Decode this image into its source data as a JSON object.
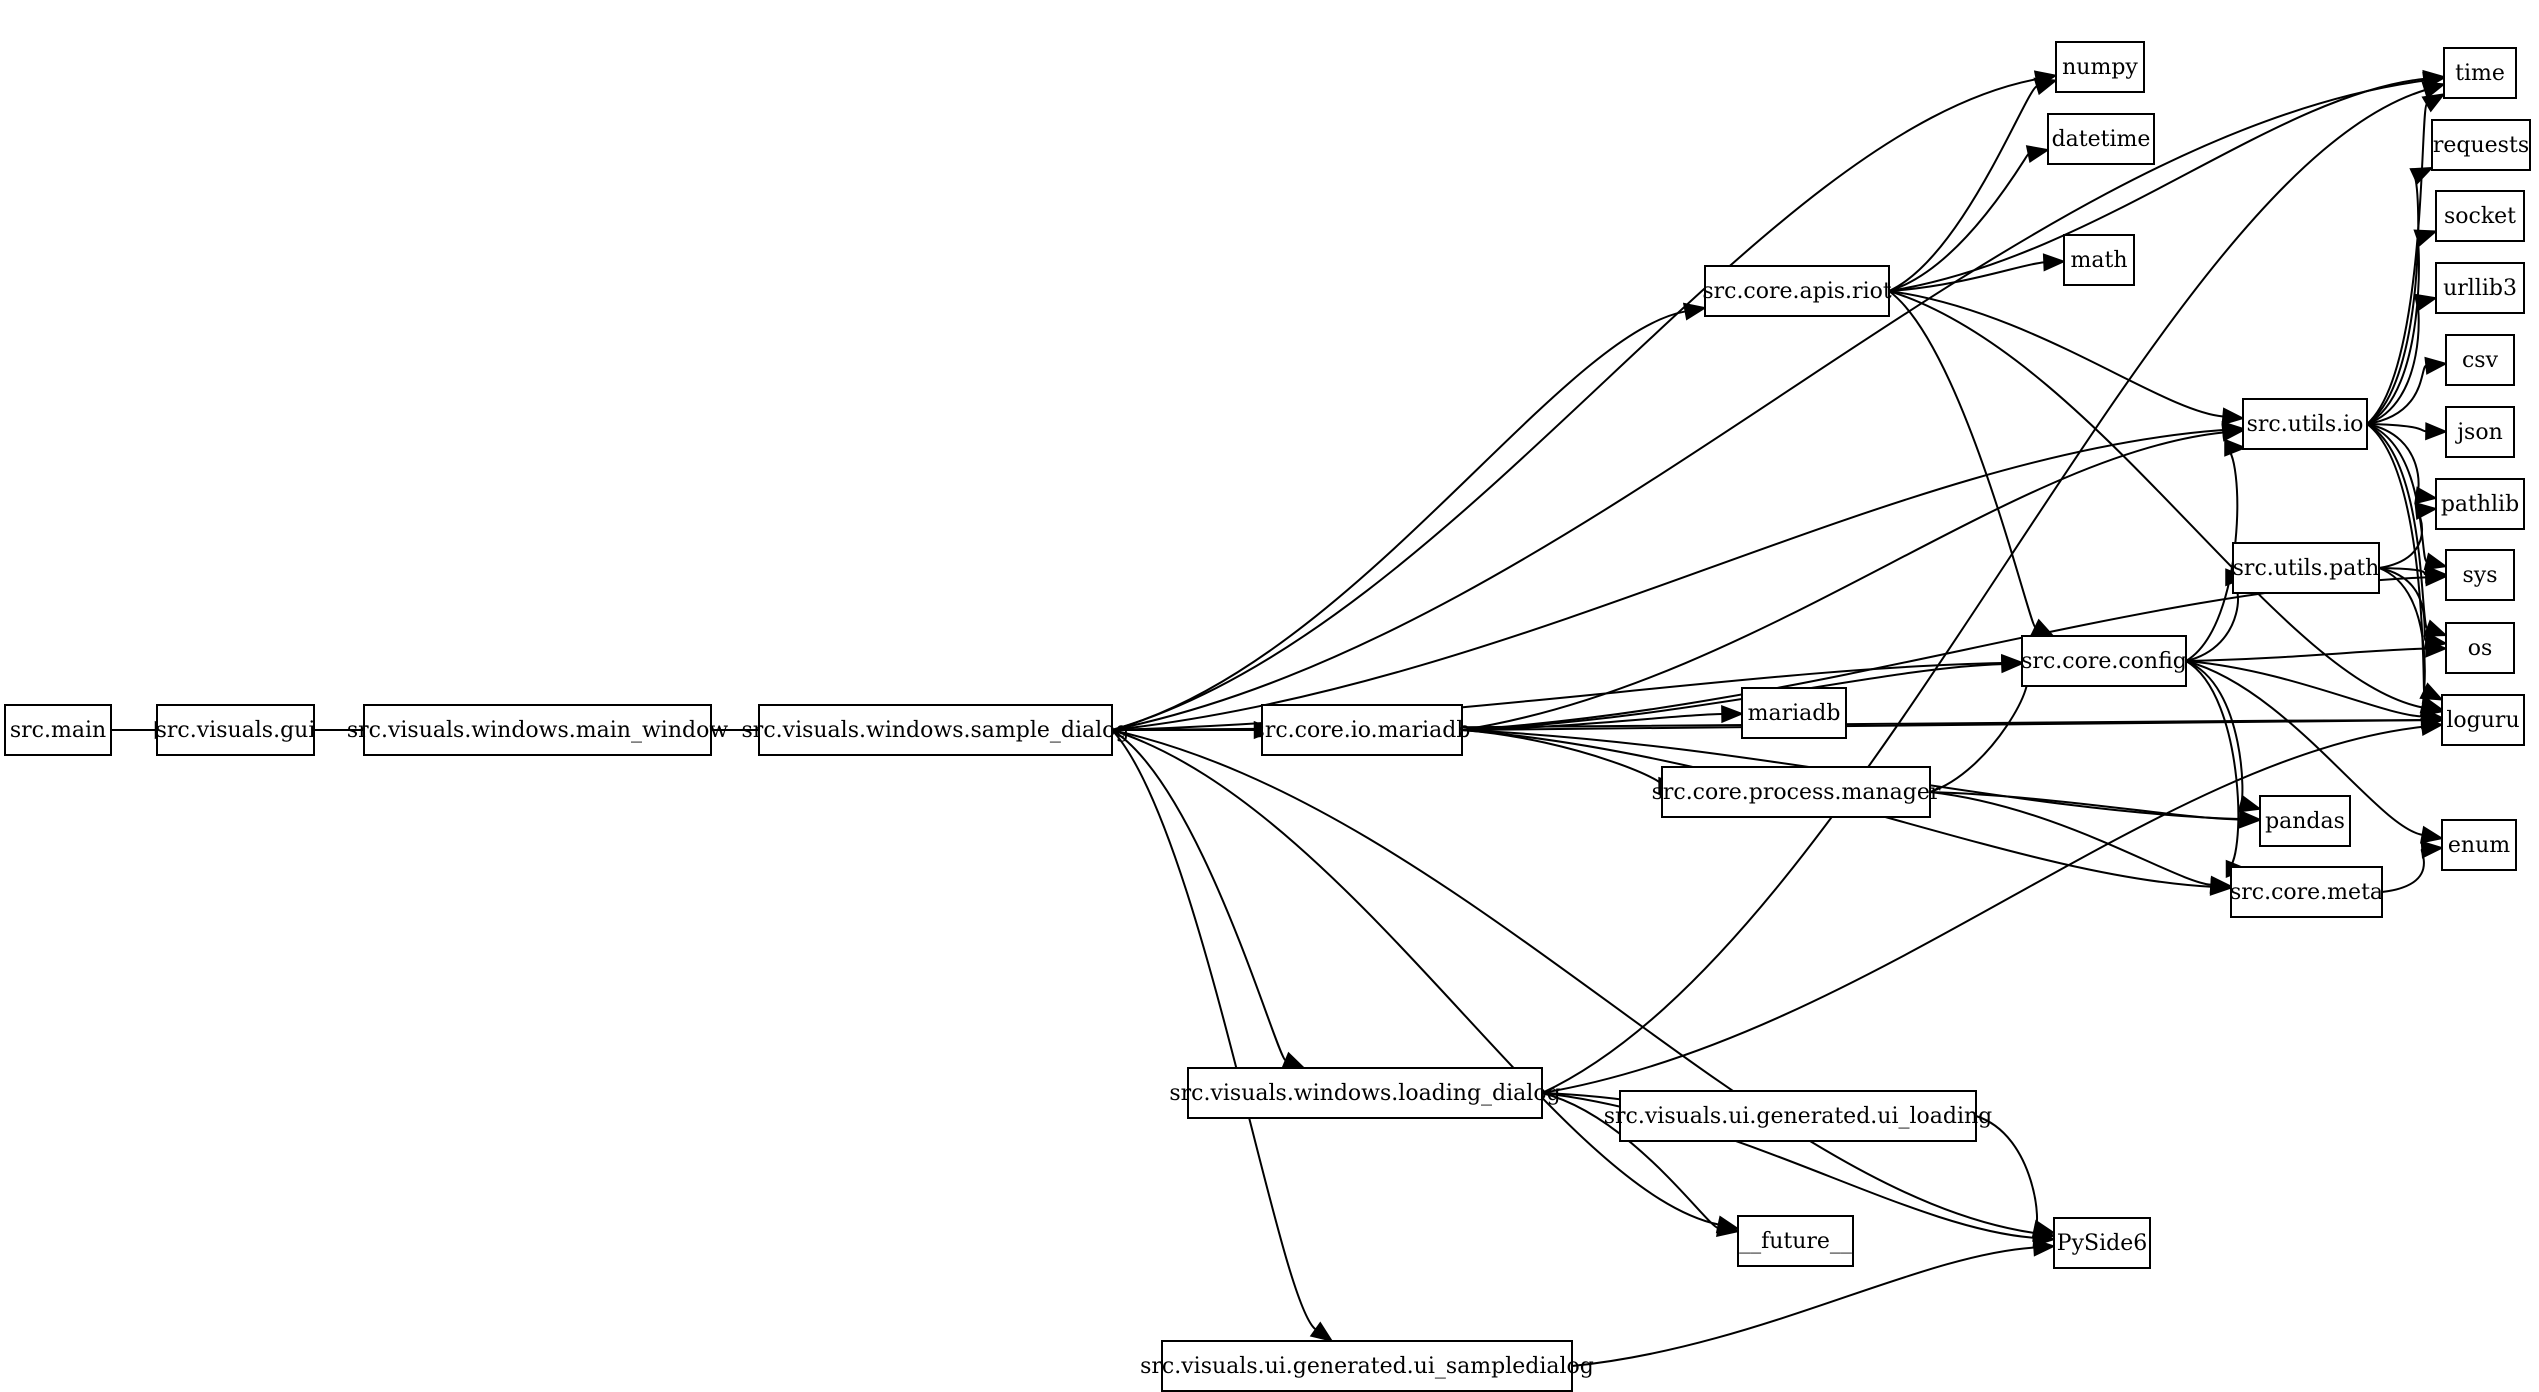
{
  "nodes": [
    {
      "id": "src_main",
      "label": "src.main"
    },
    {
      "id": "gui",
      "label": "src.visuals.gui"
    },
    {
      "id": "main_window",
      "label": "src.visuals.windows.main_window"
    },
    {
      "id": "sample_dialog",
      "label": "src.visuals.windows.sample_dialog"
    },
    {
      "id": "io_mariadb",
      "label": "src.core.io.mariadb"
    },
    {
      "id": "mariadb",
      "label": "mariadb"
    },
    {
      "id": "process_manager",
      "label": "src.core.process.manager"
    },
    {
      "id": "config",
      "label": "src.core.config"
    },
    {
      "id": "apis_riot",
      "label": "src.core.apis.riot"
    },
    {
      "id": "math",
      "label": "math"
    },
    {
      "id": "datetime",
      "label": "datetime"
    },
    {
      "id": "numpy",
      "label": "numpy"
    },
    {
      "id": "utils_io",
      "label": "src.utils.io"
    },
    {
      "id": "utils_path",
      "label": "src.utils.path"
    },
    {
      "id": "core_meta",
      "label": "src.core.meta"
    },
    {
      "id": "pandas",
      "label": "pandas"
    },
    {
      "id": "time",
      "label": "time"
    },
    {
      "id": "requests",
      "label": "requests"
    },
    {
      "id": "socket",
      "label": "socket"
    },
    {
      "id": "urllib3",
      "label": "urllib3"
    },
    {
      "id": "csv",
      "label": "csv"
    },
    {
      "id": "json",
      "label": "json"
    },
    {
      "id": "pathlib",
      "label": "pathlib"
    },
    {
      "id": "sys",
      "label": "sys"
    },
    {
      "id": "os",
      "label": "os"
    },
    {
      "id": "loguru",
      "label": "loguru"
    },
    {
      "id": "enum",
      "label": "enum"
    },
    {
      "id": "loading_dialog",
      "label": "src.visuals.windows.loading_dialog"
    },
    {
      "id": "ui_loading",
      "label": "src.visuals.ui.generated.ui_loading"
    },
    {
      "id": "future",
      "label": "__future__"
    },
    {
      "id": "pyside6",
      "label": "PySide6"
    },
    {
      "id": "ui_sampledialog",
      "label": "src.visuals.ui.generated.ui_sampledialog"
    }
  ],
  "edges": [
    [
      "src_main",
      "gui"
    ],
    [
      "gui",
      "main_window"
    ],
    [
      "main_window",
      "sample_dialog"
    ],
    [
      "sample_dialog",
      "time"
    ],
    [
      "sample_dialog",
      "numpy"
    ],
    [
      "sample_dialog",
      "apis_riot"
    ],
    [
      "sample_dialog",
      "utils_io"
    ],
    [
      "sample_dialog",
      "config"
    ],
    [
      "sample_dialog",
      "io_mariadb"
    ],
    [
      "sample_dialog",
      "loguru"
    ],
    [
      "sample_dialog",
      "loading_dialog"
    ],
    [
      "sample_dialog",
      "future"
    ],
    [
      "sample_dialog",
      "pyside6"
    ],
    [
      "sample_dialog",
      "ui_sampledialog"
    ],
    [
      "apis_riot",
      "numpy"
    ],
    [
      "apis_riot",
      "datetime"
    ],
    [
      "apis_riot",
      "time"
    ],
    [
      "apis_riot",
      "math"
    ],
    [
      "apis_riot",
      "utils_io"
    ],
    [
      "apis_riot",
      "config"
    ],
    [
      "apis_riot",
      "loguru"
    ],
    [
      "io_mariadb",
      "utils_io"
    ],
    [
      "io_mariadb",
      "sys"
    ],
    [
      "io_mariadb",
      "config"
    ],
    [
      "io_mariadb",
      "mariadb"
    ],
    [
      "io_mariadb",
      "process_manager"
    ],
    [
      "io_mariadb",
      "pandas"
    ],
    [
      "io_mariadb",
      "core_meta"
    ],
    [
      "io_mariadb",
      "loguru"
    ],
    [
      "process_manager",
      "config"
    ],
    [
      "process_manager",
      "pandas"
    ],
    [
      "process_manager",
      "core_meta"
    ],
    [
      "config",
      "utils_io"
    ],
    [
      "config",
      "utils_path"
    ],
    [
      "config",
      "os"
    ],
    [
      "config",
      "loguru"
    ],
    [
      "config",
      "enum"
    ],
    [
      "config",
      "pandas"
    ],
    [
      "config",
      "core_meta"
    ],
    [
      "utils_io",
      "time"
    ],
    [
      "utils_io",
      "requests"
    ],
    [
      "utils_io",
      "socket"
    ],
    [
      "utils_io",
      "urllib3"
    ],
    [
      "utils_io",
      "csv"
    ],
    [
      "utils_io",
      "json"
    ],
    [
      "utils_io",
      "pathlib"
    ],
    [
      "utils_io",
      "sys"
    ],
    [
      "utils_io",
      "os"
    ],
    [
      "utils_io",
      "loguru"
    ],
    [
      "utils_path",
      "pathlib"
    ],
    [
      "utils_path",
      "sys"
    ],
    [
      "utils_path",
      "os"
    ],
    [
      "utils_path",
      "loguru"
    ],
    [
      "core_meta",
      "enum"
    ],
    [
      "loading_dialog",
      "time"
    ],
    [
      "loading_dialog",
      "loguru"
    ],
    [
      "loading_dialog",
      "ui_loading"
    ],
    [
      "loading_dialog",
      "future"
    ],
    [
      "loading_dialog",
      "pyside6"
    ],
    [
      "ui_loading",
      "pyside6"
    ],
    [
      "ui_sampledialog",
      "pyside6"
    ]
  ]
}
